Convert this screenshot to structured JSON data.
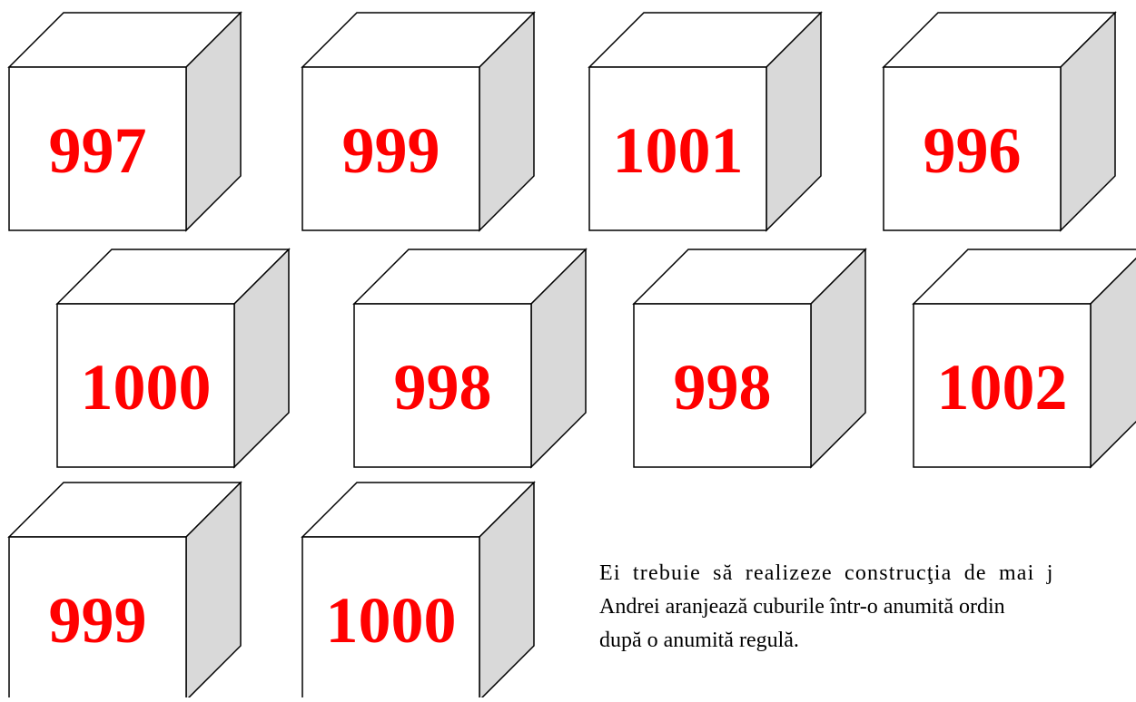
{
  "colors": {
    "number": "#ff0000",
    "cube_front": "#ffffff",
    "cube_side": "#d9d9d9",
    "outline": "#000000"
  },
  "cubes": [
    {
      "number": "997"
    },
    {
      "number": "999"
    },
    {
      "number": "1001"
    },
    {
      "number": "996"
    },
    {
      "number": "1000"
    },
    {
      "number": "998"
    },
    {
      "number": "998"
    },
    {
      "number": "1002"
    },
    {
      "number": "999"
    },
    {
      "number": "1000"
    }
  ],
  "text": {
    "line1": "Ei trebuie să realizeze construcţia de mai j",
    "line2": "Andrei aranjează cuburile într-o anumită ordin",
    "line3": "după o anumită regulă."
  }
}
